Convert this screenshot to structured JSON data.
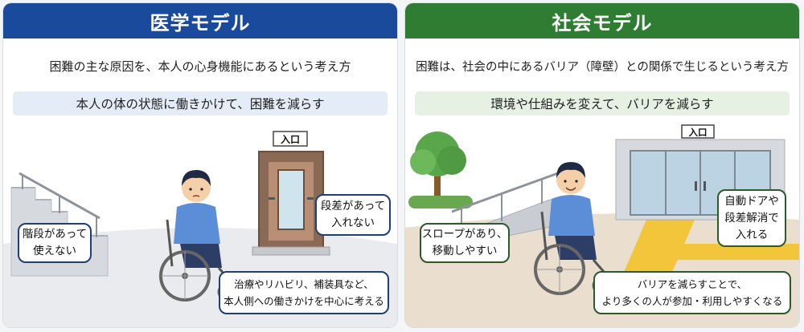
{
  "medical": {
    "title": "医学モデル",
    "description": "困難の主な原因を、本人の心身機能にあるという考え方",
    "approach": "本人の体の状態に働きかけて、困難を減らす",
    "entrance_sign": "入口",
    "bubbles": {
      "stairs": [
        "階段があって",
        "使えない"
      ],
      "door": [
        "段差があって",
        "入れない"
      ],
      "note": [
        "治療やリハビリ、補装具など、",
        "本人側への働きかけを中心に考える"
      ]
    }
  },
  "social": {
    "title": "社会モデル",
    "description": "困難は、社会の中にあるバリア（障壁）との関係で生じるという考え方",
    "approach": "環境や仕組みを変えて、バリアを減らす",
    "entrance_sign": "入口",
    "bubbles": {
      "slope": [
        "スロープがあり、",
        "移動しやすい"
      ],
      "door": [
        "自動ドアや",
        "段差解消で",
        "入れる"
      ],
      "note": [
        "バリアを減らすことで、",
        "より多くの人が参加・利用しやすくなる"
      ]
    }
  },
  "colors": {
    "medical_header": "#1a4a9b",
    "social_header": "#2e7d32",
    "medical_band": "#e4ecf7",
    "social_band": "#e6f1e4"
  }
}
